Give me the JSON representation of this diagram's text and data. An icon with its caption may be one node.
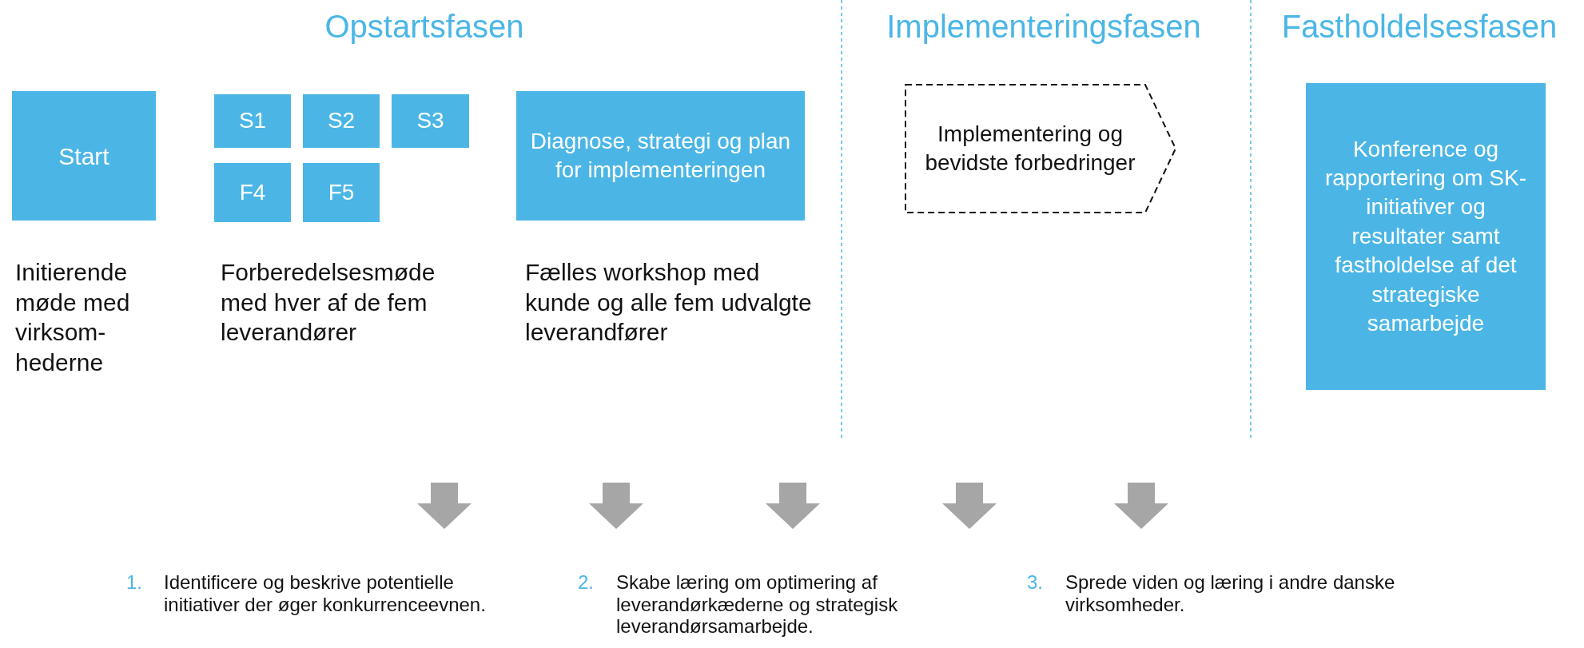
{
  "diagram": {
    "nodes": [
      {
        "text": [
          "Start"
        ]
      },
      {
        "text": [
          "S1"
        ]
      },
      {
        "text": [
          "S2"
        ]
      },
      {
        "text": [
          "S3"
        ]
      },
      {
        "text": [
          "F4"
        ]
      },
      {
        "text": [
          "F5"
        ]
      },
      {
        "text": [
          "Diagnose, strategi og plan for implementeringen"
        ]
      },
      {
        "text": [
          "Implementering og bevidste forbedringer"
        ]
      },
      {
        "text": [
          "Konference og rapportering om SK-initiativer og resultater samt fastholdelse af det strategiske samarbejde"
        ]
      }
    ],
    "edges": [],
    "labels": [
      "Opstartsfasen",
      "Implementeringsfasen",
      "Fastholdelsesfasen",
      "Initierende møde med virksom-hederne",
      "Forberedelsesmøde med hver af de fem leverandører",
      "Fælles workshop med kunde og alle fem udvalgte leverandfører",
      "1.",
      "Identificere og beskrive potentielle initiativer der øger konkurrenceevnen.",
      "2.",
      "Skabe læring om optimering af leverandørkæderne og strategisk leverandørsamarbejde.",
      "3.",
      "Sprede viden og læring i andre danske virksomheder."
    ]
  }
}
